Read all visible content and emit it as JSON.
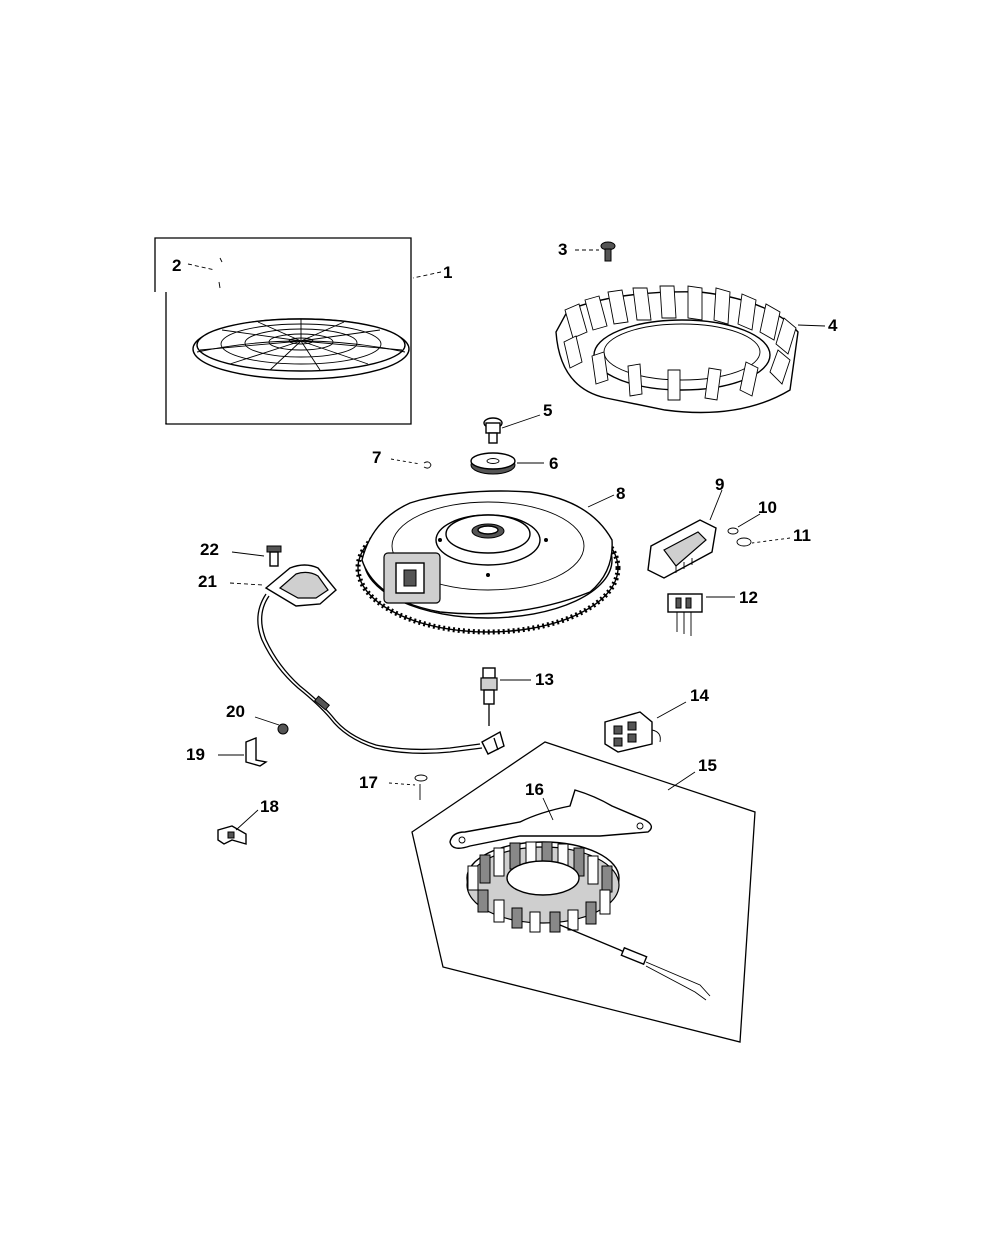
{
  "diagram": {
    "callouts": [
      "1",
      "2",
      "3",
      "4",
      "5",
      "6",
      "7",
      "8",
      "9",
      "10",
      "11",
      "12",
      "13",
      "14",
      "15",
      "16",
      "17",
      "18",
      "19",
      "20",
      "21",
      "22"
    ]
  },
  "icons": {
    "part_1": "blower-screen-icon",
    "part_2": "screw-icon",
    "part_3": "bolt-icon",
    "part_4": "fan-icon",
    "part_5": "bolt-icon",
    "part_6": "washer-icon",
    "part_7": "key-icon",
    "part_8": "flywheel-icon",
    "part_9": "rectifier-icon",
    "part_10": "washer-icon",
    "part_11": "screw-icon",
    "part_12": "connector-icon",
    "part_13": "spark-plug-icon",
    "part_14": "connector-icon",
    "part_15": "stator-kit-icon",
    "part_16": "bracket-icon",
    "part_17": "screw-icon",
    "part_18": "clip-icon",
    "part_19": "clamp-icon",
    "part_20": "nut-icon",
    "part_21": "ignition-module-icon",
    "part_22": "bolt-icon"
  }
}
